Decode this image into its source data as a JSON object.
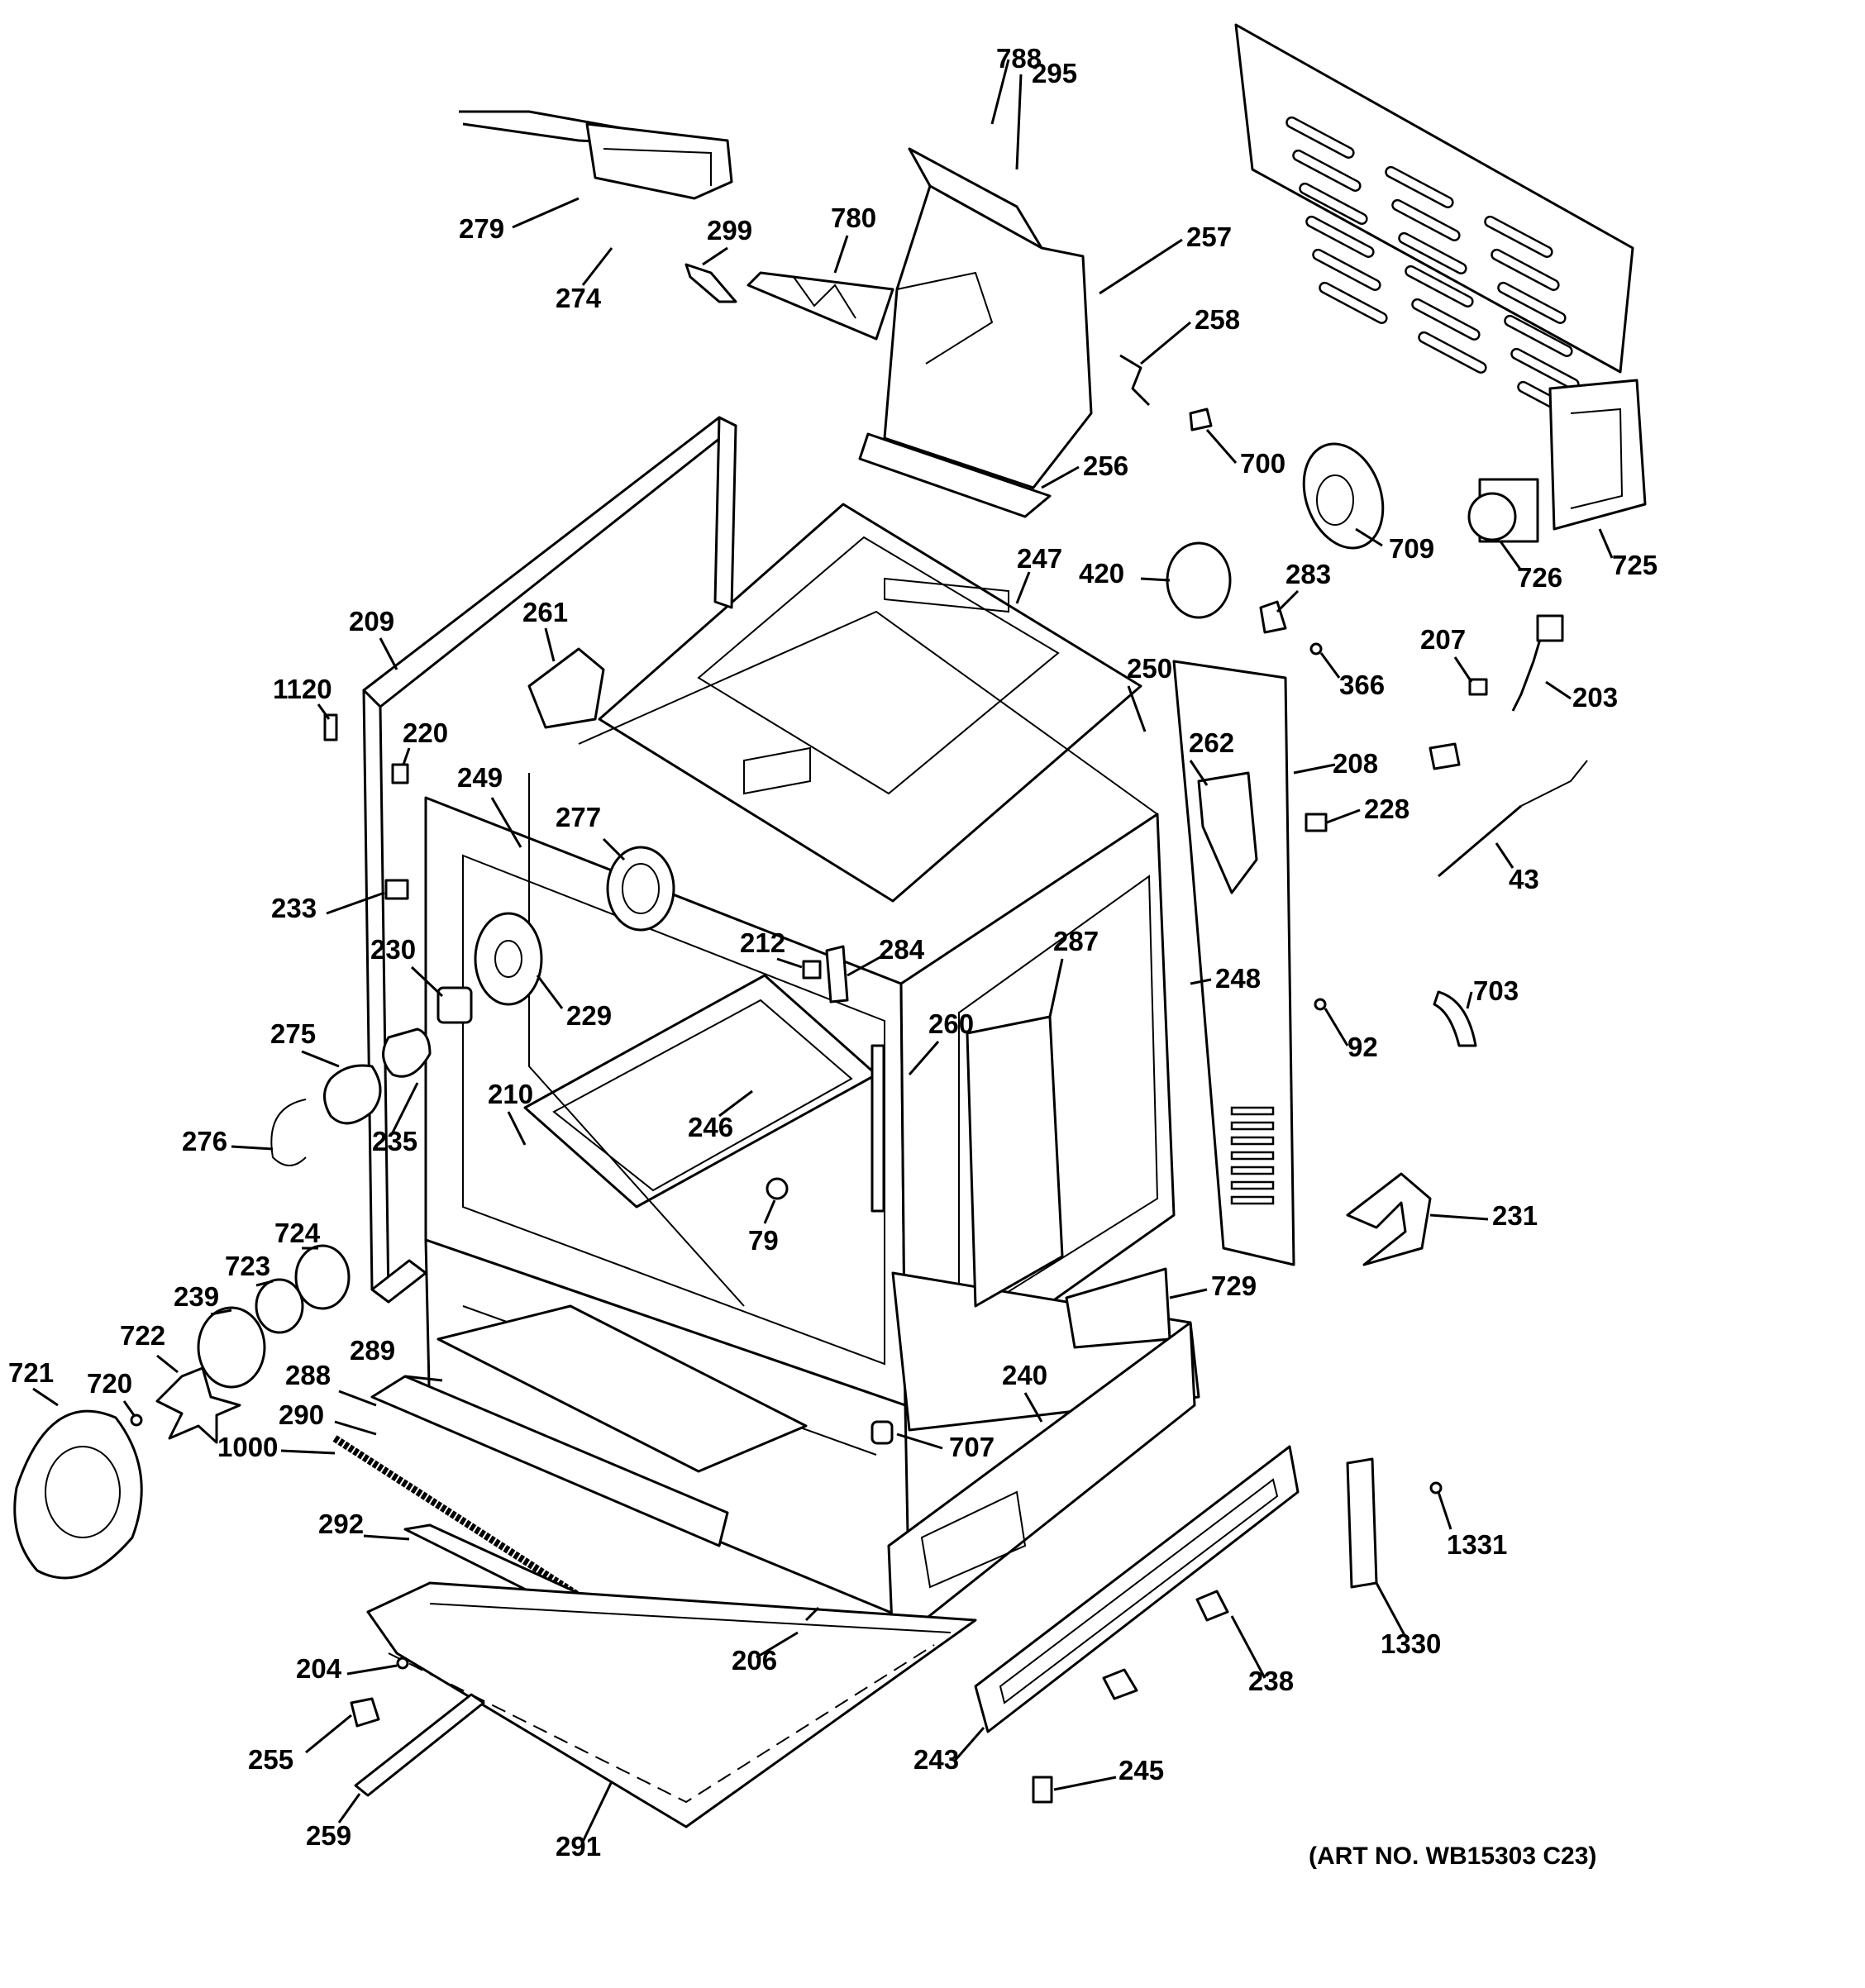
{
  "diagram": {
    "art_number": "(ART NO. WB15303 C23)",
    "callouts": [
      "295",
      "788",
      "279",
      "274",
      "299",
      "780",
      "257",
      "258",
      "700",
      "256",
      "709",
      "726",
      "725",
      "247",
      "420",
      "283",
      "209",
      "261",
      "1120",
      "220",
      "250",
      "366",
      "207",
      "203",
      "262",
      "208",
      "249",
      "277",
      "228",
      "43",
      "233",
      "230",
      "212",
      "284",
      "287",
      "248",
      "229",
      "703",
      "275",
      "260",
      "92",
      "210",
      "246",
      "235",
      "276",
      "79",
      "231",
      "724",
      "723",
      "239",
      "722",
      "721",
      "720",
      "729",
      "289",
      "240",
      "288",
      "290",
      "707",
      "1000",
      "292",
      "1331",
      "1330",
      "206",
      "238",
      "204",
      "255",
      "243",
      "245",
      "259",
      "291"
    ]
  }
}
